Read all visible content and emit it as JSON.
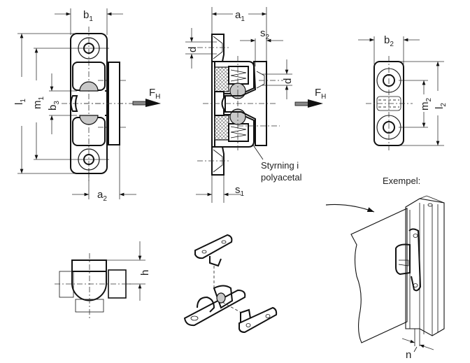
{
  "diagram": {
    "title": "Ball catch technical drawing",
    "views": {
      "front_view": {
        "labels": {
          "b1": {
            "main": "b",
            "sub": "1"
          },
          "l1": {
            "main": "l",
            "sub": "1"
          },
          "m1": {
            "main": "m",
            "sub": "1"
          },
          "b3": {
            "main": "b",
            "sub": "3"
          },
          "a2": {
            "main": "a",
            "sub": "2"
          },
          "fh": {
            "main": "F",
            "sub": "H"
          }
        }
      },
      "section_view": {
        "labels": {
          "a1": {
            "main": "a",
            "sub": "1"
          },
          "s2": {
            "main": "s",
            "sub": "2"
          },
          "s1": {
            "main": "s",
            "sub": "1"
          },
          "d_left": "d",
          "d_right": "d",
          "fh": {
            "main": "F",
            "sub": "H"
          }
        },
        "note_line1": "Styrning i",
        "note_line2": "polyacetal"
      },
      "striker_view": {
        "labels": {
          "b2": {
            "main": "b",
            "sub": "2"
          },
          "m2": {
            "main": "m",
            "sub": "2"
          },
          "l2": {
            "main": "l",
            "sub": "2"
          }
        }
      },
      "top_view": {
        "labels": {
          "h": "h"
        }
      },
      "exploded_view": {},
      "example_view": {
        "title": "Exempel:",
        "labels": {
          "n": "n"
        }
      }
    }
  }
}
